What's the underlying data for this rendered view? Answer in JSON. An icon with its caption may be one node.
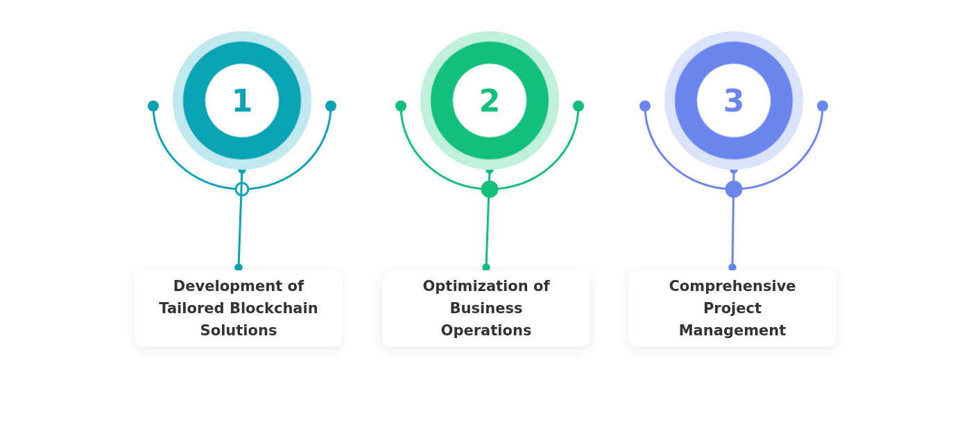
{
  "diagram": {
    "nodes": [
      {
        "text": [
          "1"
        ]
      },
      {
        "text": [
          "Development of Tailored Blockchain Solutions"
        ]
      },
      {
        "text": [
          "2"
        ]
      },
      {
        "text": [
          "Optimization of Business Operations"
        ]
      },
      {
        "text": [
          "3"
        ]
      },
      {
        "text": [
          "Comprehensive Project Management"
        ]
      }
    ],
    "edges": [
      {
        "from": 0,
        "to": 1,
        "arrow": "other",
        "color": "#0aa3b4"
      },
      {
        "from": 2,
        "to": 3,
        "arrow": "other",
        "color": "#13bf7a"
      },
      {
        "from": 4,
        "to": 5,
        "arrow": "other",
        "color": "#6a86ec"
      }
    ]
  }
}
